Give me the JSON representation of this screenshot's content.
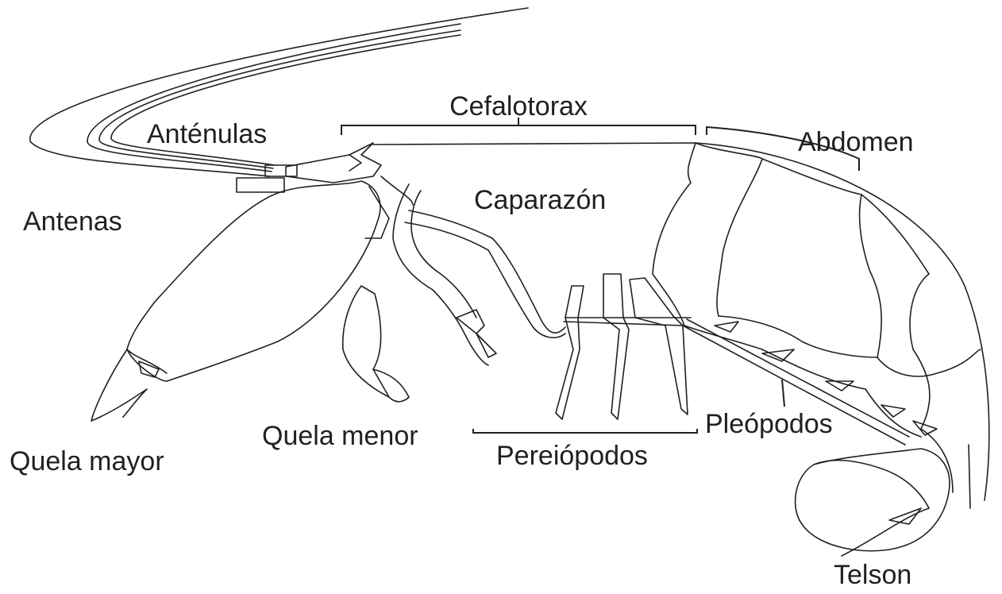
{
  "labels": {
    "cefalotorax": "Cefalotorax",
    "antenulas": "Anténulas",
    "abdomen": "Abdomen",
    "caparazon": "Caparazón",
    "antenas": "Antenas",
    "quela_menor": "Quela menor",
    "quela_mayor": "Quela mayor",
    "pereiopodos": "Pereiópodos",
    "pleopodos": "Pleópodos",
    "telson": "Telson"
  },
  "colors": {
    "ink": "#231f20",
    "background": "#ffffff"
  }
}
